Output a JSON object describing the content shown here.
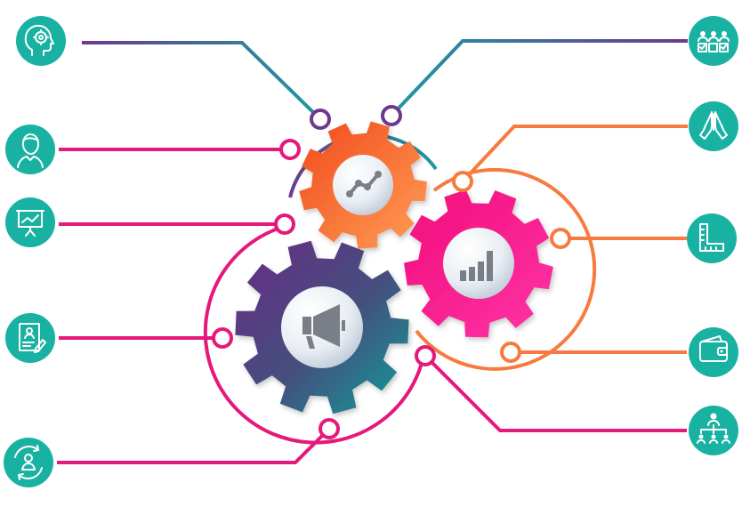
{
  "diagram": {
    "gears": [
      {
        "name": "growth-gear",
        "color_from": "#f5511f",
        "color_to": "#ff9a4d",
        "icon": "trend-line-icon"
      },
      {
        "name": "analytics-gear",
        "color_from": "#ee0d7b",
        "color_to": "#ff3ba8",
        "icon": "bar-chart-icon"
      },
      {
        "name": "marketing-gear",
        "color_from": "#5a2d86",
        "color_to": "#1a9c9c",
        "icon": "megaphone-icon"
      }
    ],
    "nodes": {
      "left": [
        {
          "icon": "brain-head-icon",
          "line_color": "#6b3a8f"
        },
        {
          "icon": "person-icon",
          "line_color": "#e5197a"
        },
        {
          "icon": "presentation-icon",
          "line_color": "#e5197a"
        },
        {
          "icon": "resume-icon",
          "line_color": "#e5197a"
        },
        {
          "icon": "customer-cycle-icon",
          "line_color": "#e5197a"
        }
      ],
      "right": [
        {
          "icon": "team-vote-icon",
          "line_color": "#6b3a8f"
        },
        {
          "icon": "praying-hands-icon",
          "line_color": "#f77a3f"
        },
        {
          "icon": "ruler-icon",
          "line_color": "#f77a3f"
        },
        {
          "icon": "wallet-icon",
          "line_color": "#f77a3f"
        },
        {
          "icon": "org-chart-icon",
          "line_color": "#e5197a"
        }
      ]
    },
    "icon_circle_color": "#19b2a2"
  }
}
